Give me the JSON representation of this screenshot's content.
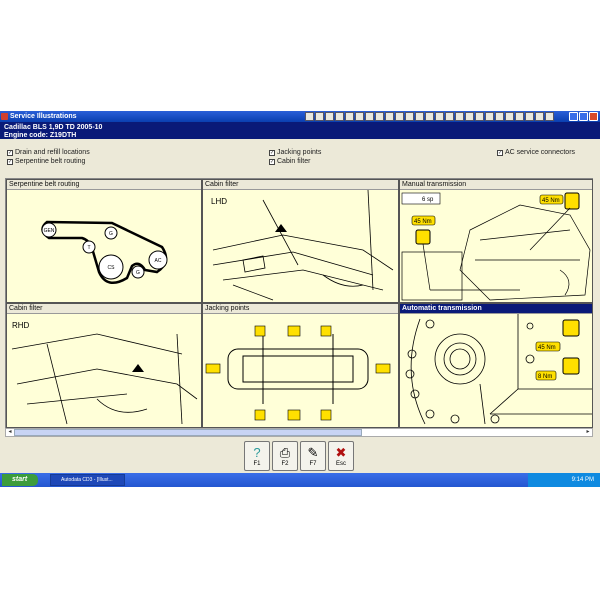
{
  "window": {
    "title": "Service Illustrations"
  },
  "header": {
    "vehicle": "Cadillac  BLS  1,9D TD 2005-10",
    "engine": "Engine code: Z19DTH"
  },
  "checks": [
    {
      "label": "Drain and refill locations",
      "checked": true
    },
    {
      "label": "Serpentine belt routing",
      "checked": true
    },
    {
      "label": "Jacking points",
      "checked": true
    },
    {
      "label": "Cabin filter",
      "checked": true
    },
    {
      "label": "AC service connectors",
      "checked": true
    }
  ],
  "check_mark": "☑",
  "panels": [
    {
      "title": "Serpentine belt routing",
      "labels": [
        "GEN",
        "G",
        "T",
        "CS",
        "G",
        "AC"
      ]
    },
    {
      "title": "Cabin filter",
      "side": "LHD"
    },
    {
      "title": "Manual transmission",
      "gears": "6 sp",
      "torques": [
        "45 Nm",
        "45 Nm"
      ]
    },
    {
      "title": "Cabin filter",
      "side": "RHD"
    },
    {
      "title": "Jacking points"
    },
    {
      "title": "Automatic transmission",
      "torques": [
        "45 Nm",
        "8 Nm"
      ]
    }
  ],
  "fkeys": [
    {
      "label": "F1",
      "icon": "help-icon",
      "glyph": "?"
    },
    {
      "label": "F2",
      "icon": "print-icon",
      "glyph": "⎙"
    },
    {
      "label": "F7",
      "icon": "tools-icon",
      "glyph": "✎"
    },
    {
      "label": "Esc",
      "icon": "close-icon",
      "glyph": "✖"
    }
  ],
  "taskbar": {
    "start": "start",
    "task": "Autodata CD3 - [Illust...",
    "clock": "9:14 PM"
  },
  "colors": {
    "panel_bg": "#ffffd8",
    "header_bg": "#0a1a78",
    "tag_bg": "#ffe000"
  }
}
